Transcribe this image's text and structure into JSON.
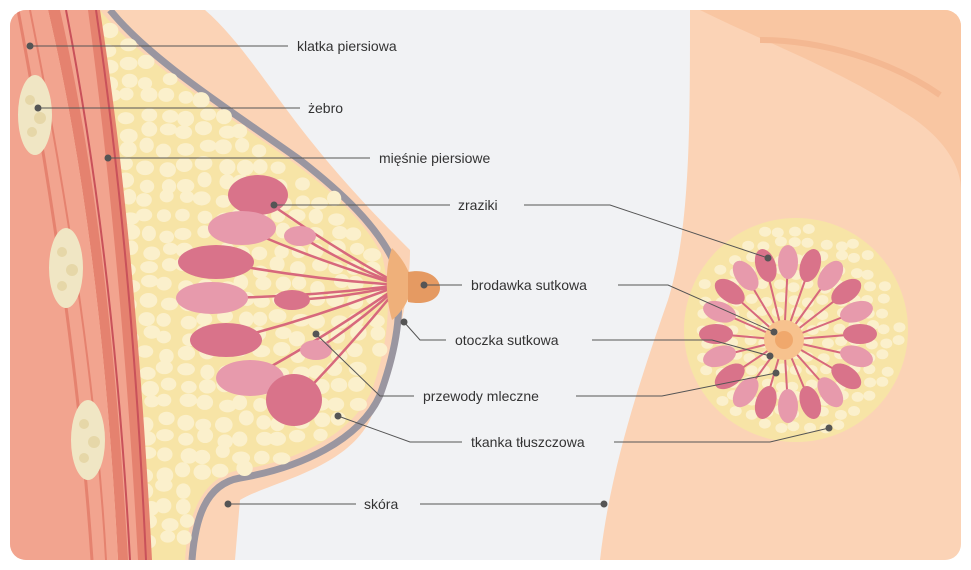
{
  "diagram": {
    "labels": {
      "ribcage": "klatka piersiowa",
      "rib": "żebro",
      "pectoral_muscles": "mięśnie piersiowe",
      "lobules": "zraziki",
      "nipple": "brodawka sutkowa",
      "areola": "otoczka sutkowa",
      "milk_ducts": "przewody mleczne",
      "fatty_tissue": "tkanka tłuszczowa",
      "skin": "skóra"
    },
    "colors": {
      "background": "#f1f2f4",
      "skin": "#fbd3b6",
      "skin_dark": "#f4b892",
      "fat": "#f7e4a6",
      "fat_cell": "#fbf0cc",
      "lobule": "#d9738a",
      "lobule_light": "#e79aac",
      "duct": "#d7687c",
      "muscle": "#e5826f",
      "muscle_light": "#f2a48f",
      "rib": "#f0e6c4",
      "areola": "#efb07a",
      "outline": "#9a96a0"
    }
  }
}
